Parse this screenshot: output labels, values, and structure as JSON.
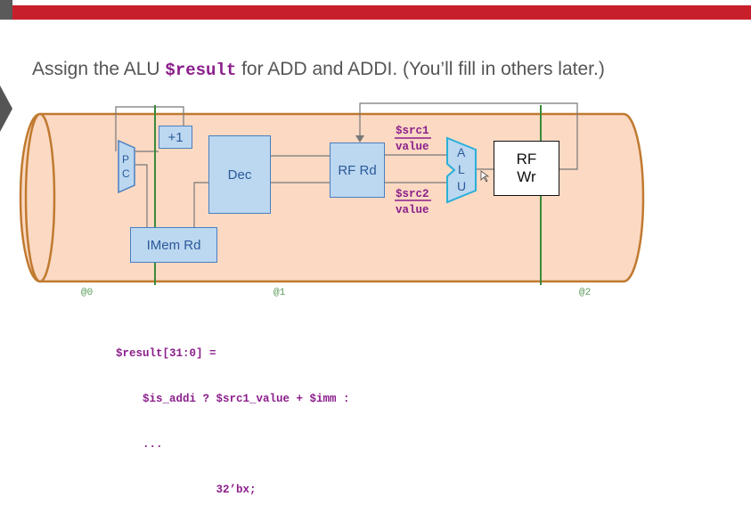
{
  "slide": {
    "headline_prefix": "Assign the ALU ",
    "headline_code": "$result",
    "headline_suffix": " for ADD and ADDI. (You’ll fill in others later.)"
  },
  "diagram": {
    "pc_label_p": "P",
    "pc_label_c": "C",
    "plus1_label": "+1",
    "dec_label": "Dec",
    "rfrd_label": "RF Rd",
    "imem_label": "IMem Rd",
    "alu_label_a": "A",
    "alu_label_l": "L",
    "alu_label_u": "U",
    "rfwr_line1": "RF",
    "rfwr_line2": "Wr",
    "src1_line1": "$src1",
    "src1_line2": "value",
    "src2_line1": "$src2",
    "src2_line2": "value",
    "stage0": "@0",
    "stage1": "@1",
    "stage2": "@2",
    "colors": {
      "pipe_fill": "#fbd9c3",
      "pipe_stroke": "#c07a30",
      "box_fill": "#bcd7f0",
      "box_stroke": "#4a7fc0",
      "stage_line": "#3a8a3a",
      "signal_text": "#8b1e8b",
      "banner": "#c8202a"
    }
  },
  "code": {
    "line1": "$result[31:0] =",
    "line2": "    $is_addi ? $src1_value + $imm :",
    "line3": "    ...",
    "line4": "               32’bx;"
  }
}
